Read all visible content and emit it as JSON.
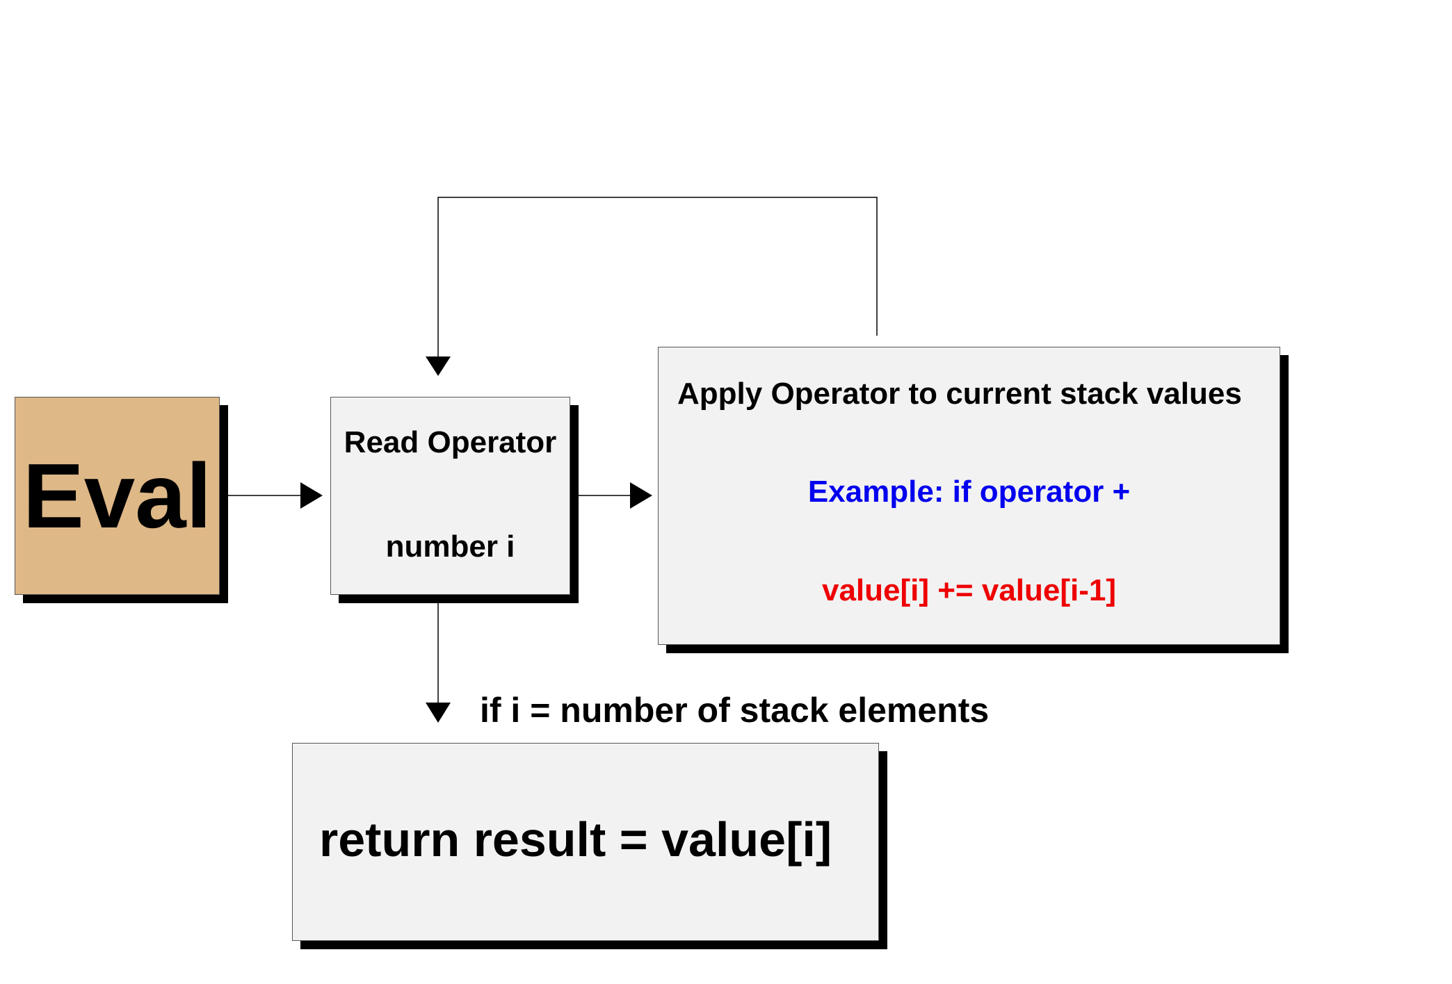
{
  "diagram": {
    "nodes": {
      "eval": {
        "label": "Eval",
        "fill": "#deb887"
      },
      "read_operator": {
        "title": "Read Operator",
        "subtitle": "number i"
      },
      "apply_operator": {
        "title": "Apply Operator to current stack values",
        "example": "Example: if operator +",
        "formula": "value[i] += value[i-1]"
      },
      "return_result": {
        "label": "return result = value[i]"
      }
    },
    "edges": {
      "eval_to_read": {
        "from": "Eval",
        "to": "Read Operator"
      },
      "read_to_apply": {
        "from": "Read Operator",
        "to": "Apply Operator to current stack values"
      },
      "apply_loop_back": {
        "from": "Apply Operator to current stack values",
        "to": "Read Operator"
      },
      "read_to_return": {
        "from": "Read Operator",
        "to": "return result = value[i]",
        "label": "if i = number of stack elements"
      }
    },
    "colors": {
      "box_fill": "#f2f2f2",
      "eval_fill": "#deb887",
      "example_text": "#0000ee",
      "formula_text": "#ee0000",
      "shadow": "#000000",
      "line": "#000000"
    }
  }
}
